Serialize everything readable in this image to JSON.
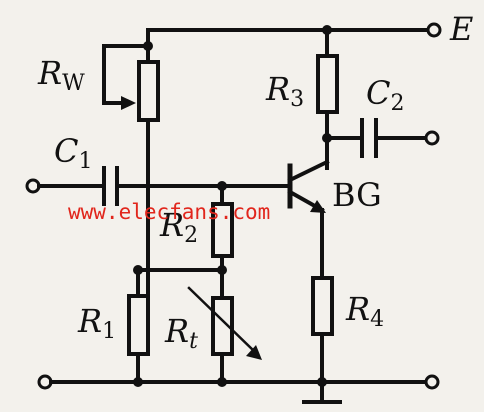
{
  "labels": {
    "E": "E",
    "Rw_main": "R",
    "Rw_sub": "W",
    "R3_main": "R",
    "R3_sub": "3",
    "C2_main": "C",
    "C2_sub": "2",
    "C1_main": "C",
    "C1_sub": "1",
    "BG": "BG",
    "R2_main": "R",
    "R2_sub": "2",
    "R1_main": "R",
    "R1_sub": "1",
    "Rt_main": "R",
    "Rt_sub": "t",
    "R4_main": "R",
    "R4_sub": "4"
  },
  "watermark": "www.elecfans.com",
  "colors": {
    "ink": "#111111",
    "paper": "#f3f1ec",
    "watermark": "#e1261c"
  }
}
